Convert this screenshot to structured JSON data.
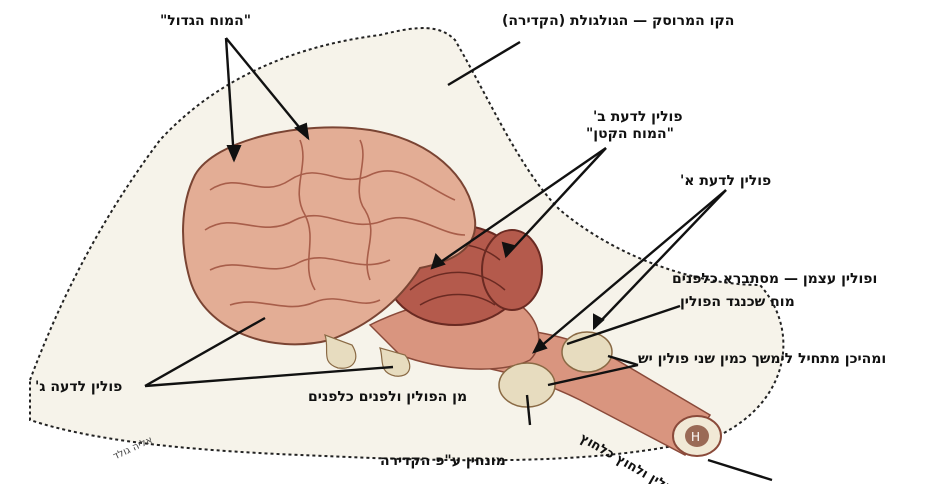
{
  "labels": {
    "cerebrum": "\"המוח הגדול\"",
    "skull_line": "הקו המרוסק — הגולגולת (הקדירה)",
    "folin_b": "פולין לדעת ב'",
    "cerebellum": "\"המוח הקטן\"",
    "folin_a": "פולין לדעת א'",
    "folin_atzman": "ופולין עצמן — מסתברא כלפנים",
    "moach_keneged": "מוח שכנגד הפולין",
    "two_folin": "ומהיכן מתחיל לימשך  כמין שני פולין יש",
    "folin_c": "פולין לדעה ג'",
    "min_hafolin": "מן הפולין ולפנים כלפנים",
    "monchin": "מונחין ע\"פ  הקדירה",
    "spinal_text": "פולין ולחוץ כלחוץ",
    "signature": "אליה גולד"
  },
  "colors": {
    "skull_fill": "#f6f3ea",
    "brain": "#e3ad95",
    "brain_dark": "#b9745d",
    "cerebellum": "#b45a4c",
    "stem": "#d9957f",
    "bulb": "#e7dcbf",
    "line": "#111111"
  }
}
